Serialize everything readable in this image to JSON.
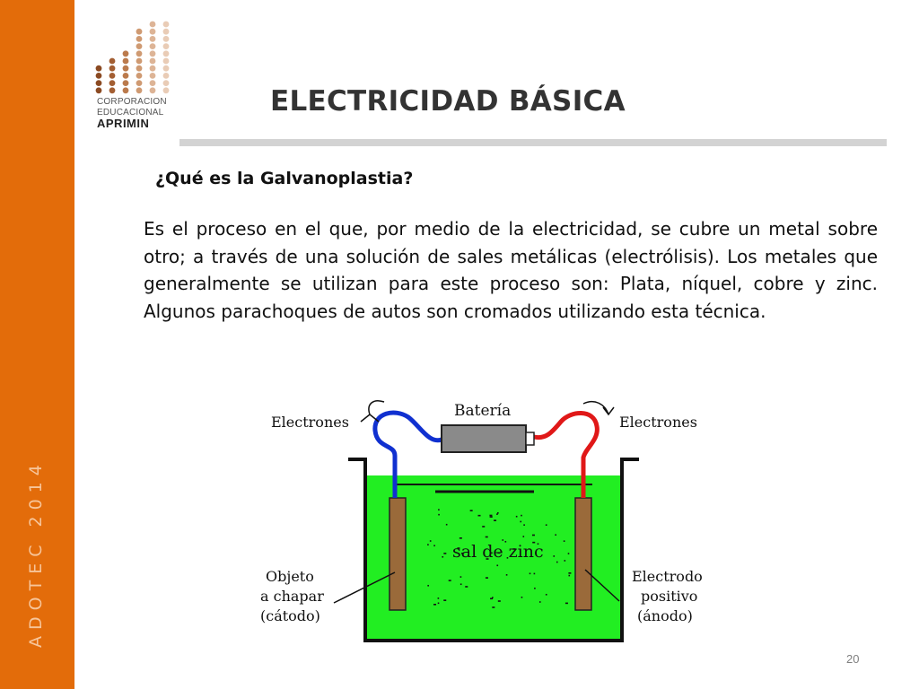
{
  "sidebar": {
    "vertical_text": "ADOTEC 2014"
  },
  "logo": {
    "line1": "CORPORACION",
    "line2": "EDUCACIONAL",
    "line3": "APRIMIN"
  },
  "slide": {
    "title": "ELECTRICIDAD BÁSICA",
    "question": "¿Qué es la Galvanoplastia?",
    "body": "Es el proceso en el que, por medio de la electricidad, se cubre un metal sobre otro; a través de una solución de sales metálicas (electrólisis). Los metales que generalmente se utilizan para este proceso son: Plata, níquel, cobre y zinc. Algunos parachoques de autos son cromados utilizando esta técnica.",
    "page_number": "20"
  },
  "diagram": {
    "battery_label": "Batería",
    "electrons_left": "Electrones",
    "electrons_right": "Electrones",
    "solution_label": "sal de zinc",
    "cathode_label": [
      "Objeto",
      "a chapar",
      "(cátodo)"
    ],
    "anode_label": [
      "Electrodo",
      "positivo",
      "(ánodo)"
    ],
    "colors": {
      "solution": "#22ee22",
      "negative_wire": "#1030d0",
      "positive_wire": "#e01818",
      "electrode": "#9a6a3a",
      "battery": "#8a8a8a"
    }
  },
  "colors": {
    "sidebar": "#e36c0a",
    "title": "#333333",
    "rule": "#d3d3d3"
  }
}
